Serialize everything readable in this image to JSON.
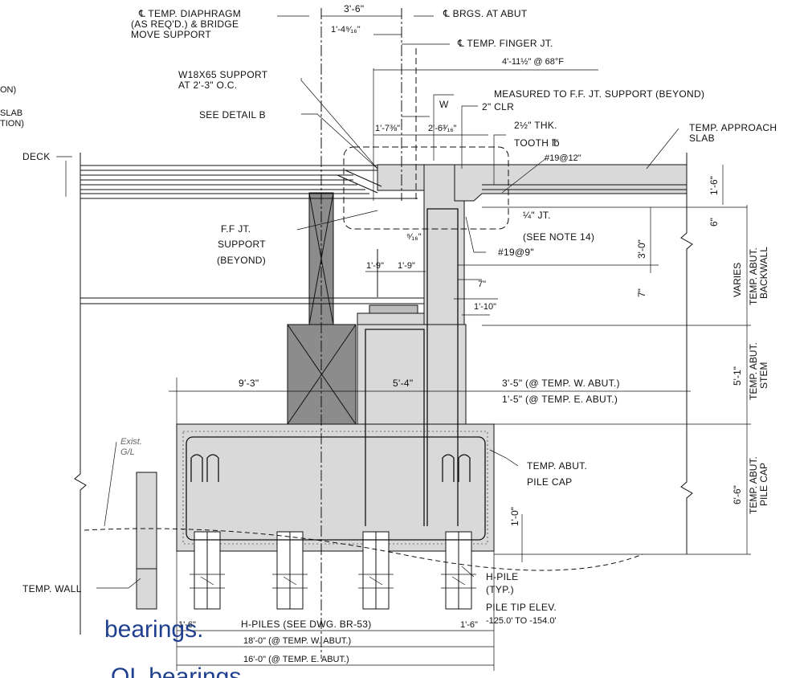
{
  "labels": {
    "cl_diaphragm_1": "℄  TEMP. DIAPHRAGM",
    "cl_diaphragm_2": "(AS REQ'D.) & BRIDGE",
    "cl_diaphragm_3": "MOVE SUPPORT",
    "dim_3_6": "3'-6\"",
    "cl_brgs": "℄  BRGS. AT ABUT",
    "dim_1_4_9_16": "1'-4⁹⁄₁₆\"",
    "cl_finger": "℄  TEMP. FINGER JT.",
    "dim_4_11_half": "4'-11½\" @  68°F",
    "w18_1": "W18X65 SUPPORT",
    "w18_2": "AT 2'-3\" O.C.",
    "measured": "MEASURED  TO  F.F. JT. SUPPORT  (BEYOND)",
    "w": "W",
    "clr_2": "2\" CLR",
    "see_detail_b": "SEE  DETAIL  B",
    "dim_1_7_3_8": "1'-7⅜\"",
    "dim_2_6_3_16": "2'-6³⁄₁₆\"",
    "tooth_1": "2½\" THK.",
    "tooth_2": "TOOTH ℔",
    "temp_approach_1": "TEMP. APPROACH",
    "temp_approach_2": "SLAB",
    "left_cut_1": "ON)",
    "left_cut_2": "SLAB",
    "left_cut_3": "TION)",
    "deck": "DECK",
    "rebar_19_12": "#19@12\"",
    "dim_1_6_top": "1'-6\"",
    "jt_quarter": "¼\" JT.",
    "see_note_14": "(SEE  NOTE 14)",
    "ff_jt_1": "F.F  JT.",
    "ff_jt_2": "SUPPORT",
    "ff_jt_3": "(BEYOND)",
    "dim_9_16": "⁹⁄₁₆\"",
    "rebar_19_9": "#19@9\"",
    "dim_6": "6\"",
    "dim_3_0": "3'-0\"",
    "dim_1_9a": "1'-9\"",
    "dim_1_9b": "1'-9\"",
    "dim_7a": "7\"",
    "dim_7b": "7\"",
    "dim_1_10": "1'-10\"",
    "varies": "VARIES",
    "backwall_1": "TEMP. ABUT.",
    "backwall_2": "BACKWALL",
    "dim_9_3": "9'-3\"",
    "dim_5_4": "5'-4\"",
    "dim_3_5": "3'-5\" (@   TEMP. W. ABUT.)",
    "dim_1_5": "1'-5\" (@   TEMP. E. ABUT.)",
    "dim_5_1": "5'-1\"",
    "stem_1": "TEMP. ABUT.",
    "stem_2": "STEM",
    "exist_1": "Exist.",
    "exist_2": "G/L",
    "pile_cap_1": "TEMP. ABUT.",
    "pile_cap_2": "PILE CAP",
    "dim_6_6": "6'-6\"",
    "cap_1": "TEMP. ABUT.",
    "cap_2": "PILE CAP",
    "dim_1_0": "1'-0\"",
    "temp_wall": "TEMP. WALL",
    "hpile_1": "H-PILE",
    "hpile_2": "(TYP.)",
    "pile_tip_1": "PILE TIP ELEV.",
    "pile_tip_2": "-125.0' TO  -154.0'",
    "dim_1_6_bl": "1'-6\"",
    "hpiles_see": "H-PILES  (SEE  DWG. BR-53)",
    "dim_1_6_br": "1'-6\"",
    "dim_18_0": "18'-0\" (@   TEMP. W. ABUT.)",
    "dim_16_0": "16'-0\" (@   TEMP. E. ABUT.)"
  },
  "slide_text": {
    "line1": "bearings.",
    "line2": "OL bearings"
  },
  "colors": {
    "concrete": "#d9d9d9",
    "girder_block": "#8c8c8c",
    "slide_text": "#1f3f8f"
  }
}
